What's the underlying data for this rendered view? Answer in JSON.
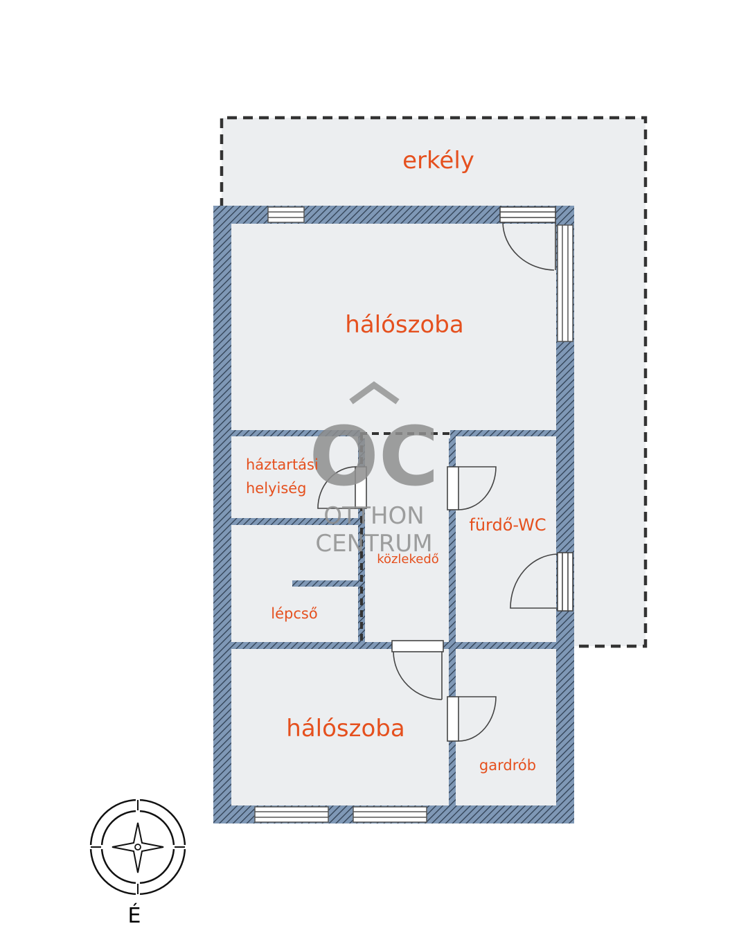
{
  "plan": {
    "rooms": {
      "balcony": "erkély",
      "bedroom_top": "hálószoba",
      "utility_line1": "háztartási",
      "utility_line2": "helyiség",
      "hallway": "közlekedő",
      "bathroom": "fürdő-WC",
      "stairs": "lépcső",
      "bedroom_bottom": "hálószoba",
      "wardrobe": "gardrób"
    }
  },
  "watermark": {
    "monogram": "OC",
    "line1": "OTTHON",
    "line2": "CENTRUM"
  },
  "compass": {
    "north_label": "É"
  },
  "colors": {
    "wall": "#7f98b6",
    "wall_hatch": "#2f3f52",
    "floor": "#eceef0",
    "label": "#e5501e",
    "dashed_outline": "#333333"
  }
}
